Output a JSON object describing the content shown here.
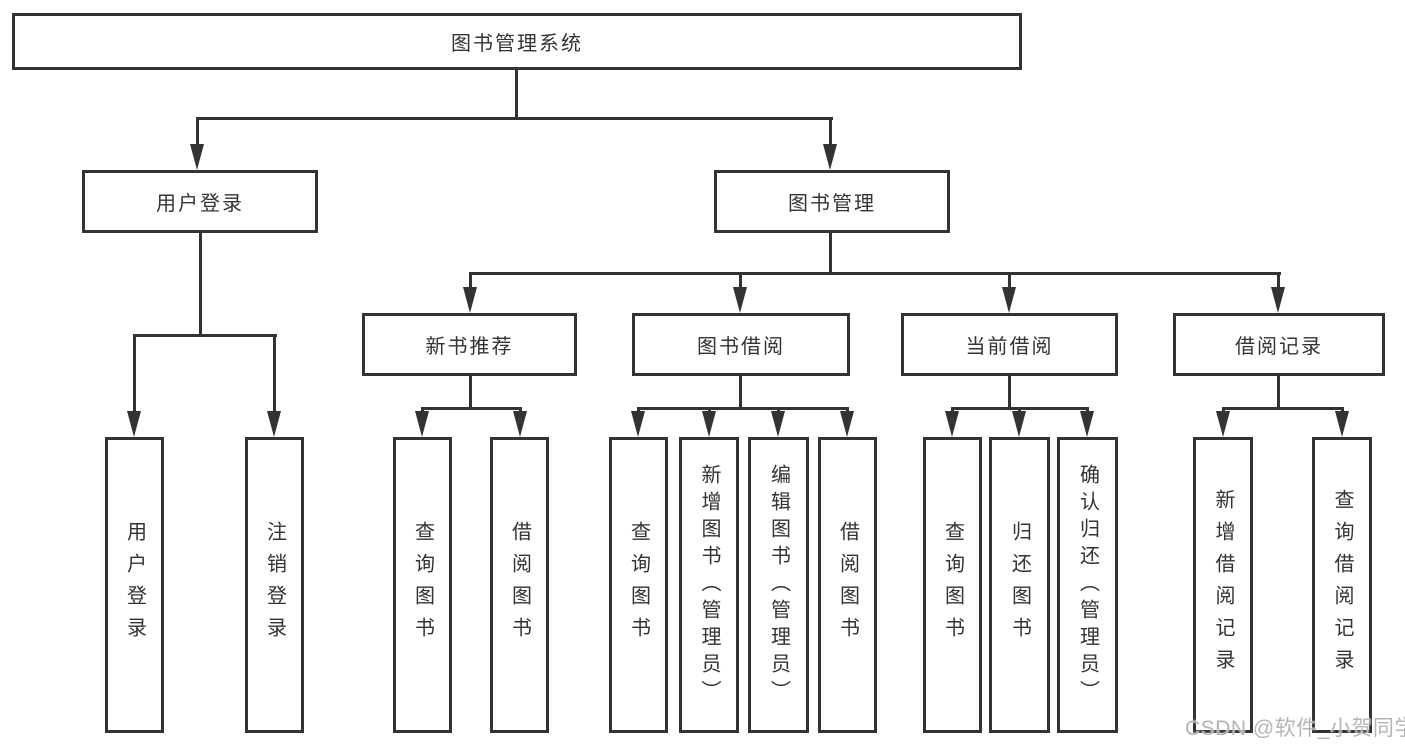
{
  "nodes": {
    "root": "图书管理系统",
    "user_login": "用户登录",
    "book_mgmt": "图书管理",
    "new_book_rec": "新书推荐",
    "book_borrow": "图书借阅",
    "current_borrow": "当前借阅",
    "borrow_records": "借阅记录",
    "leaf_user_login": "用户登录",
    "leaf_logout": "注销登录",
    "leaf_query_book_rec": "查询图书",
    "leaf_borrow_book_rec": "借阅图书",
    "leaf_query_book_borrow": "查询图书",
    "leaf_add_book_admin": "新增图书（管理员）",
    "leaf_edit_book_admin": "编辑图书（管理员）",
    "leaf_borrow_book_borrow": "借阅图书",
    "leaf_query_book_current": "查询图书",
    "leaf_return_book": "归还图书",
    "leaf_confirm_return_admin": "确认归还（管理员）",
    "leaf_add_borrow_record": "新增借阅记录",
    "leaf_query_borrow_record": "查询借阅记录"
  },
  "watermark": "CSDN @软件_小贺同学",
  "colors": {
    "line": "#333333",
    "text": "#333333",
    "watermark": "#b5b5b5",
    "background": "#ffffff"
  }
}
